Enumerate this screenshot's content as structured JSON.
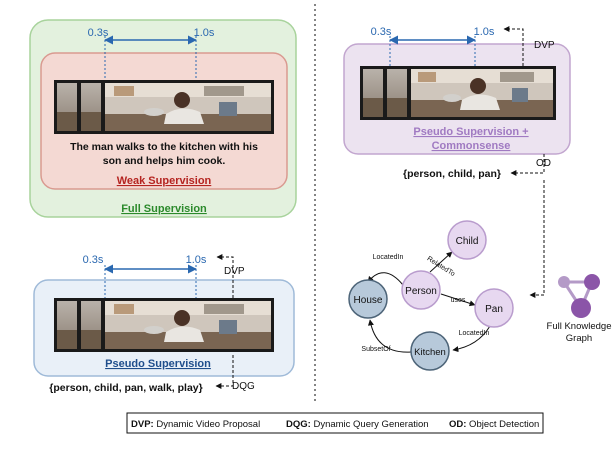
{
  "colors": {
    "full_fill": "#e3f1de",
    "full_stroke": "#a8d39c",
    "weak_fill": "#f4d9d3",
    "weak_stroke": "#d99a90",
    "pseudo_fill": "#e9f0f8",
    "pseudo_stroke": "#9fbad8",
    "pc_fill": "#ece3f0",
    "pc_stroke": "#c2a6cf",
    "timeline": "#2a68b0",
    "tick_text": "#2a68b0",
    "green_label": "#2b8a2b",
    "red_label": "#b52420",
    "blue_label": "#1f4e8c",
    "purple_label": "#a07ac2",
    "node_dark_fill": "#b7c9da",
    "node_dark_stroke": "#4d6478",
    "node_light_fill": "#e7d8f0",
    "node_light_stroke": "#b99ccd",
    "kg_node": "#8b55a8",
    "kg_link": "#b49ac7"
  },
  "left": {
    "weak_box": {
      "t_start": "0.3s",
      "t_end": "1.0s",
      "caption": "The man walks to the kitchen with his son and helps him cook.",
      "caption_lines": [
        "The man walks to the kitchen with his",
        "son and helps him cook."
      ],
      "inner_label": "Weak Supervision",
      "outer_label": "Full Supervision"
    },
    "pseudo_box": {
      "t_start": "0.3s",
      "t_end": "1.0s",
      "dvp_label": "DVP",
      "label": "Pseudo Supervision",
      "query": "{person, child, pan, walk, play}",
      "dqg_label": "DQG"
    }
  },
  "right": {
    "pc_box": {
      "t_start": "0.3s",
      "t_end": "1.0s",
      "dvp_label": "DVP",
      "label_lines": [
        "Pseudo Supervision +",
        "Commonsense"
      ],
      "od_label": "OD",
      "objects": "{person, child, pan}"
    },
    "graph": {
      "nodes": {
        "house": "House",
        "person": "Person",
        "child": "Child",
        "pan": "Pan",
        "kitchen": "Kitchen"
      },
      "edges": {
        "located_in_1": "LocatedIn",
        "related_to": "RelatedTo",
        "uses": "uses",
        "located_in_2": "LocatedIn",
        "subset_of": "SubsetOf"
      },
      "kg_label_lines": [
        "Full Knowledge",
        "Graph"
      ]
    }
  },
  "legend": [
    {
      "abbr": "DVP:",
      "text": " Dynamic Video Proposal"
    },
    {
      "abbr": "DQG:",
      "text": " Dynamic Query Generation"
    },
    {
      "abbr": "OD:",
      "text": " Object Detection"
    }
  ]
}
